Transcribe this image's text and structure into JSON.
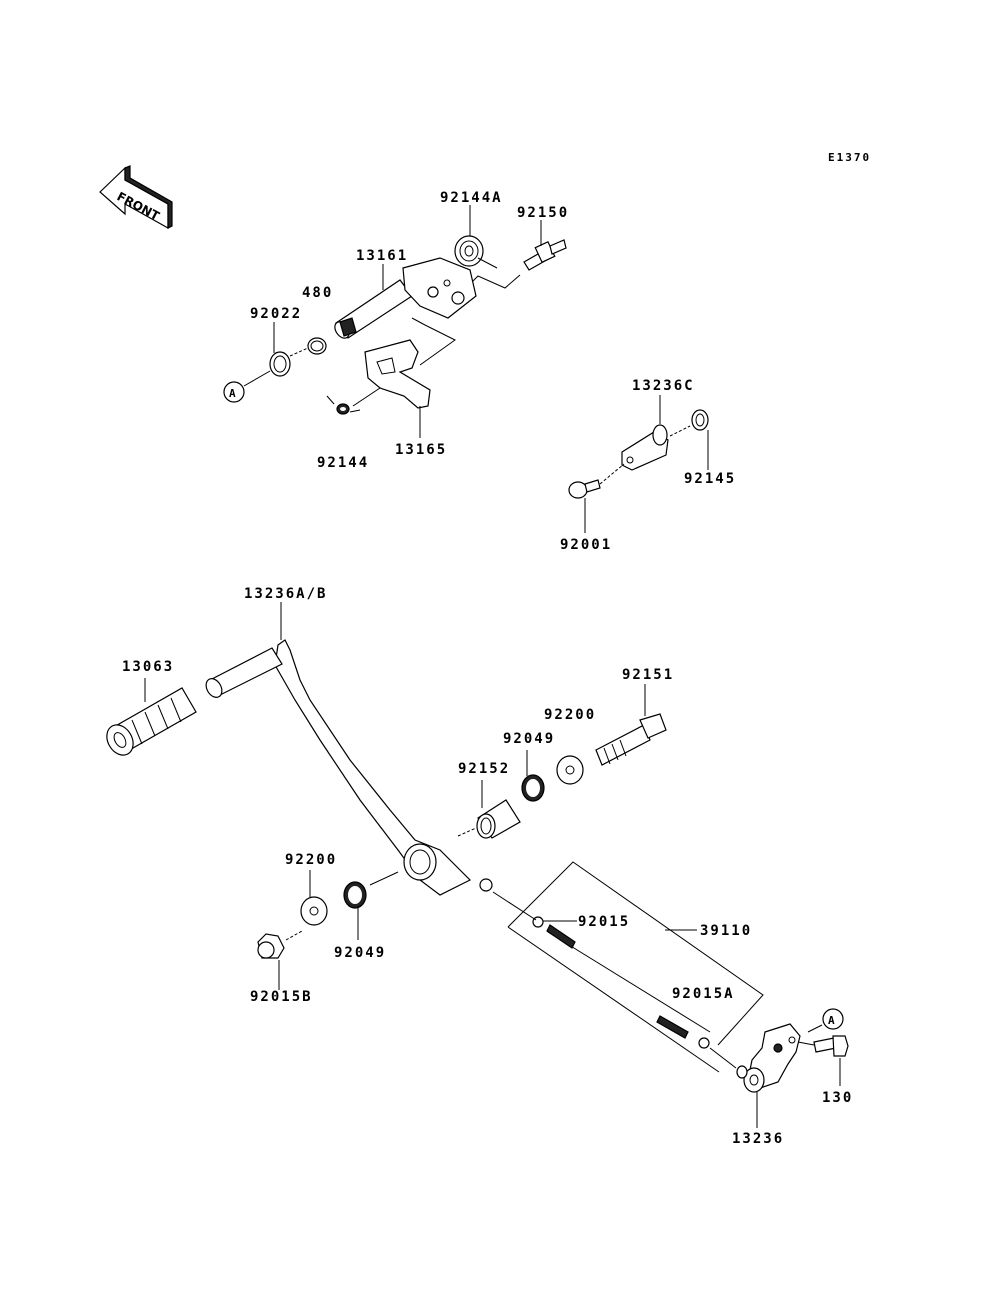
{
  "diagram": {
    "code": "E1370",
    "front_label": "FRONT",
    "ref_marker": "A",
    "parts": {
      "p92144A": "92144A",
      "p92150": "92150",
      "p13161": "13161",
      "p480": "480",
      "p92022": "92022",
      "p92144": "92144",
      "p13165": "13165",
      "p13236C": "13236C",
      "p92145": "92145",
      "p92001": "92001",
      "p13236AB": "13236A/B",
      "p13063": "13063",
      "p92151": "92151",
      "p92200a": "92200",
      "p92049a": "92049",
      "p92152": "92152",
      "p92200b": "92200",
      "p92049b": "92049",
      "p92015B": "92015B",
      "p92015": "92015",
      "p39110": "39110",
      "p92015A": "92015A",
      "p130": "130",
      "p13236": "13236"
    }
  }
}
